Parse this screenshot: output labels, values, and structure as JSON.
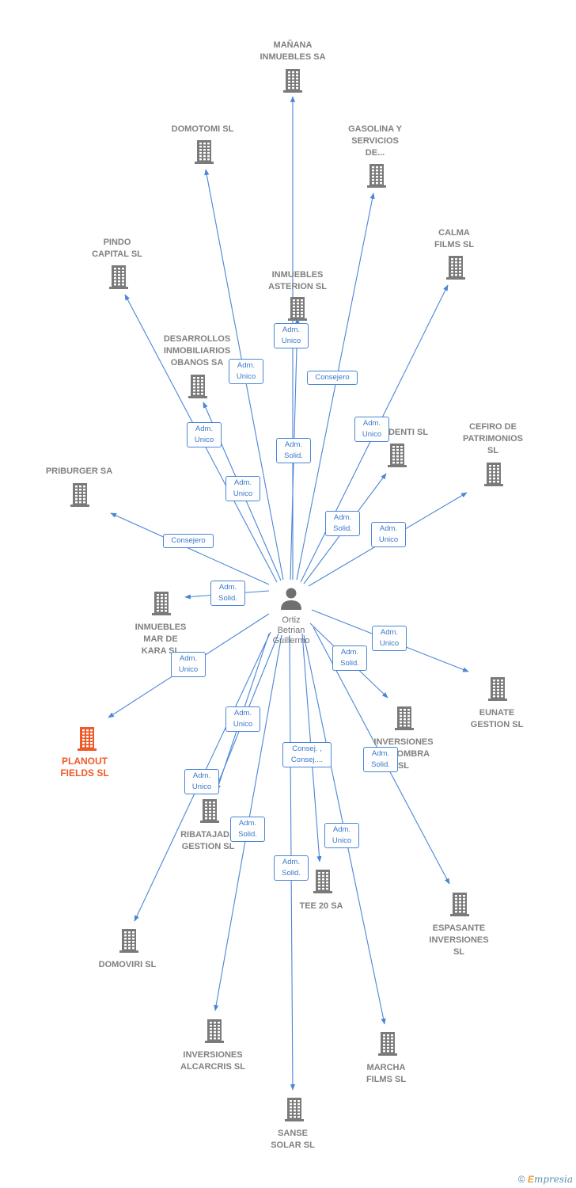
{
  "person": {
    "name": "Ortiz\nBetrian\nGuillermo",
    "icon": "person-icon"
  },
  "colors": {
    "edge": "#4a86d6",
    "building": "#7a7a7a",
    "focus": "#f05a28"
  },
  "companies": [
    {
      "id": "manana",
      "label": "MAÑANA\nINMUEBLES SA"
    },
    {
      "id": "domotomi",
      "label": "DOMOTOMI  SL"
    },
    {
      "id": "gasolina",
      "label": "GASOLINA Y\nSERVICIOS\nDE..."
    },
    {
      "id": "calma",
      "label": "CALMA\nFILMS SL"
    },
    {
      "id": "pindo",
      "label": "PINDO\nCAPITAL  SL"
    },
    {
      "id": "asterion",
      "label": "INMUEBLES\nASTERION  SL"
    },
    {
      "id": "desarrollos",
      "label": "DESARROLLOS\nINMOBILIARIOS\nOBANOS SA"
    },
    {
      "id": "denti",
      "label": "DENTI  SL"
    },
    {
      "id": "cefiro",
      "label": "CEFIRO DE\nPATRIMONIOS\nSL"
    },
    {
      "id": "priburger",
      "label": "PRIBURGER SA"
    },
    {
      "id": "mardekara",
      "label": "INMUEBLES\nMAR DE\nKARA  SL"
    },
    {
      "id": "planout",
      "label": "PLANOUT\nFIELDS  SL",
      "focus": true
    },
    {
      "id": "eunate",
      "label": "EUNATE\nGESTION  SL"
    },
    {
      "id": "lasombra",
      "label": "INVERSIONES\nLA SOMBRA\nSL"
    },
    {
      "id": "ribatajada",
      "label": "RIBATAJADA\nGESTION  SL"
    },
    {
      "id": "tee20",
      "label": "TEE 20 SA"
    },
    {
      "id": "espasante",
      "label": "ESPASANTE\nINVERSIONES\nSL"
    },
    {
      "id": "domoviri",
      "label": "DOMOVIRI  SL"
    },
    {
      "id": "alcarcris",
      "label": "INVERSIONES\nALCARCRIS  SL"
    },
    {
      "id": "marcha",
      "label": "MARCHA\nFILMS  SL"
    },
    {
      "id": "sanse",
      "label": "SANSE\nSOLAR  SL"
    }
  ],
  "edges": [
    {
      "to": "manana",
      "label": "Adm.\nUnico"
    },
    {
      "to": "domotomi",
      "label": "Adm.\nUnico"
    },
    {
      "to": "gasolina",
      "label": "Consejero"
    },
    {
      "to": "calma",
      "label": "Adm.\nUnico"
    },
    {
      "to": "pindo",
      "label": "Adm.\nUnico"
    },
    {
      "to": "asterion",
      "label": "Adm.\nSolid."
    },
    {
      "to": "desarrollos",
      "label": "Adm.\nUnico"
    },
    {
      "to": "denti",
      "label": "Adm.\nSolid."
    },
    {
      "to": "cefiro",
      "label": "Adm.\nUnico"
    },
    {
      "to": "priburger",
      "label": "Consejero"
    },
    {
      "to": "mardekara",
      "label": "Adm.\nSolid."
    },
    {
      "to": "planout",
      "label": "Adm.\nUnico"
    },
    {
      "to": "eunate",
      "label": "Adm.\nUnico"
    },
    {
      "to": "lasombra",
      "label": "Adm.\nSolid."
    },
    {
      "to": "ribatajada",
      "label": "Adm.\nUnico"
    },
    {
      "to": "domoviri",
      "label": "Adm.\nUnico"
    },
    {
      "to": "tee20",
      "label": "Consej. ,\nConsej...."
    },
    {
      "to": "espasante",
      "label": "Adm.\nSolid."
    },
    {
      "to": "alcarcris",
      "label": "Adm.\nSolid."
    },
    {
      "to": "marcha",
      "label": "Adm.\nUnico"
    },
    {
      "to": "sanse",
      "label": "Adm.\nSolid."
    }
  ],
  "footer": {
    "copyright": "©",
    "brand_initial": "E",
    "brand_rest": "mpresia"
  }
}
